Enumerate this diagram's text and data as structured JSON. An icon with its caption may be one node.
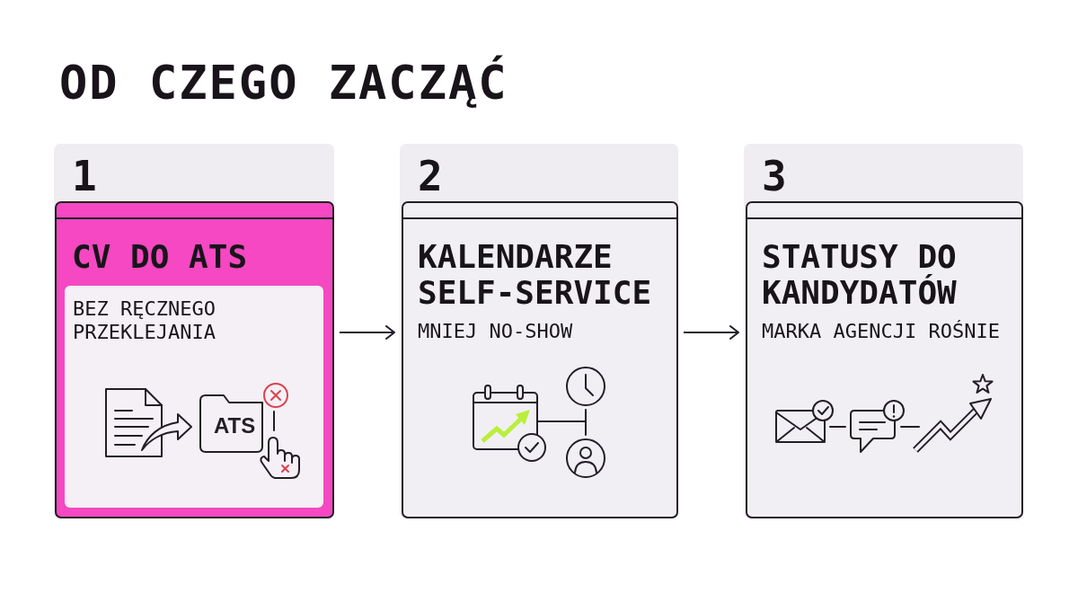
{
  "diagram": {
    "title": "OD CZEGO ZACZĄĆ",
    "nodes": [
      {
        "text": [
          "1"
        ]
      },
      {
        "text": [
          "CV DO ATS"
        ],
        "in": 0
      },
      {
        "text": [
          "BEZ RĘCZNEGO PRZEKLEJANIA"
        ],
        "in": 1
      },
      {
        "text": [
          "2"
        ]
      },
      {
        "text": [
          "KALENDARZE SELF-SERVICE",
          "MNIEJ NO-SHOW"
        ],
        "in": 3
      },
      {
        "text": [
          "3"
        ]
      },
      {
        "text": [
          "STATUSY DO KANDYDATÓW",
          "MARKA AGENCJI ROŚNIE"
        ],
        "in": 5
      }
    ],
    "edges": [
      {
        "from": 1,
        "to": 4,
        "arrow": "to"
      },
      {
        "from": 4,
        "to": 6,
        "arrow": "to"
      }
    ],
    "labels": [
      "ATS"
    ]
  }
}
